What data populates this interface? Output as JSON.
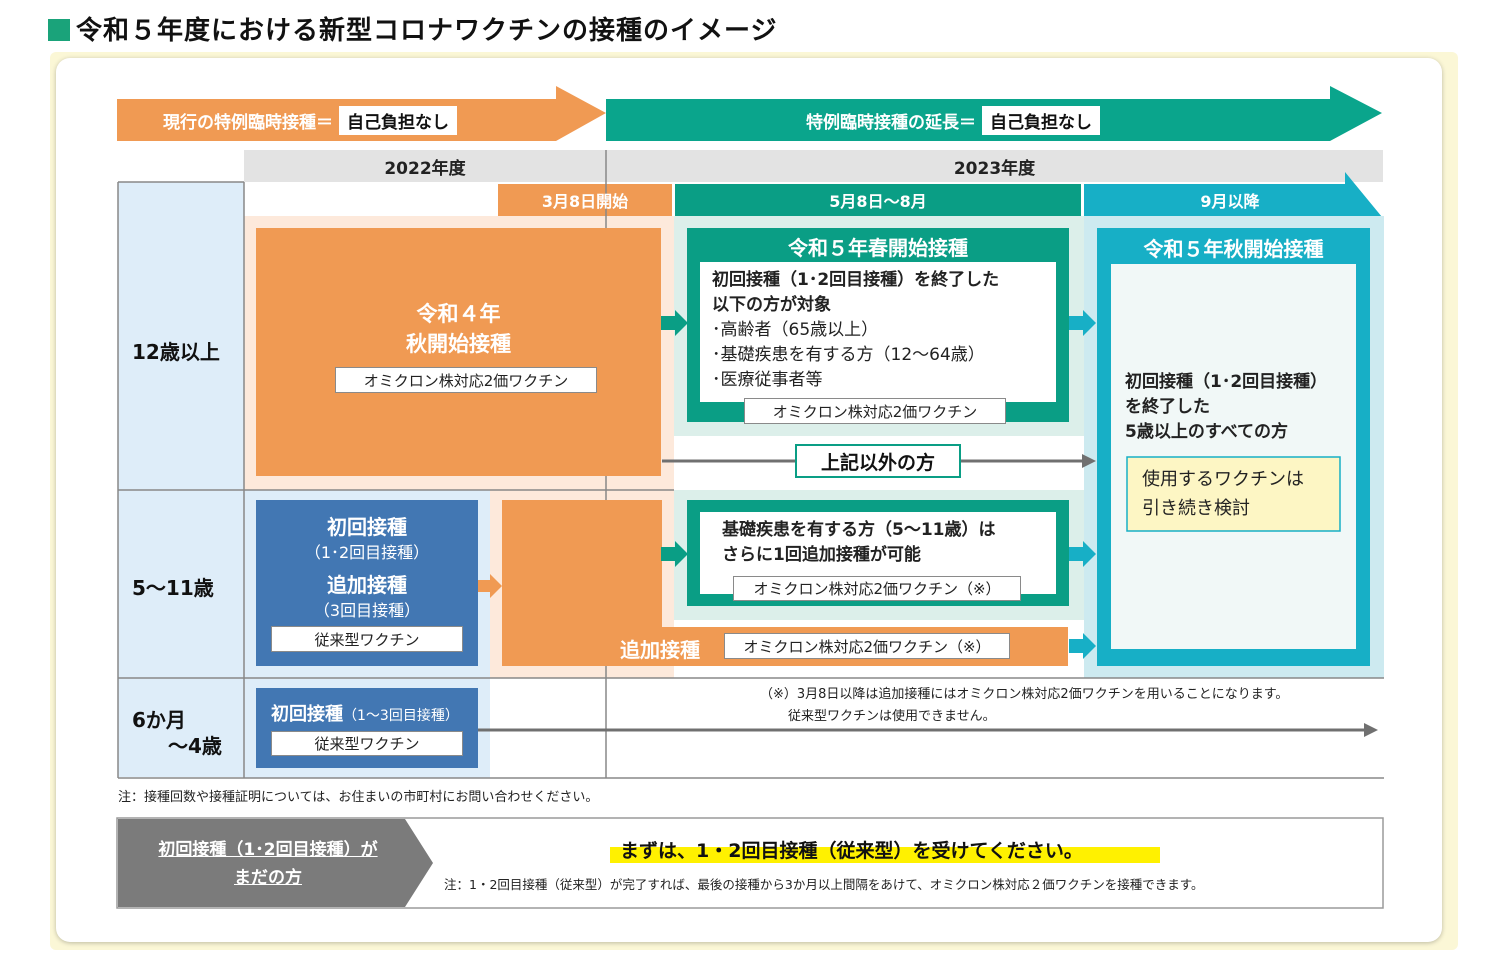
{
  "title": "令和５年度における新型コロナワクチンの接種のイメージ",
  "colors": {
    "orange": "#f09a53",
    "teal": "#0a9e85",
    "cyan": "#17afc6",
    "blue": "#4277b3",
    "lightblue": "#deedf9",
    "gray": "#7b7b7b",
    "yellow": "#fff100"
  },
  "header": {
    "current": "現行の特例臨時接種＝",
    "current_tag": "自己負担なし",
    "extension": "特例臨時接種の延長＝",
    "extension_tag": "自己負担なし"
  },
  "years": {
    "y2022": "2022年度",
    "y2023": "2023年度"
  },
  "periods": {
    "p1": "3月8日開始",
    "p2": "5月8日～8月",
    "p3": "9月以降"
  },
  "rows": {
    "r1": "12歳以上",
    "r2": "5～11歳",
    "r3_line1": "6か月",
    "r3_line2": "～4歳"
  },
  "r4_autumn": {
    "line1": "令和４年",
    "line2": "秋開始接種",
    "vaccine": "オミクロン株対応2価ワクチン"
  },
  "r5_spring": {
    "title": "令和５年春開始接種",
    "lines": [
      "初回接種（1･2回目接種）を終了した",
      "以下の方が対象",
      "･高齢者（65歳以上）",
      "･基礎疾患を有する方（12～64歳）",
      "･医療従事者等"
    ],
    "vaccine": "オミクロン株対応2価ワクチン"
  },
  "other": "上記以外の方",
  "r5_autumn": {
    "title": "令和５年秋開始接種",
    "lines": [
      "初回接種（1･2回目接種）",
      "を終了した",
      "5歳以上のすべての方"
    ],
    "note_line1": "使用するワクチンは",
    "note_line2": "引き続き検討"
  },
  "child_initial": {
    "t1": "初回接種",
    "s1": "（1･2回目接種）",
    "t2": "追加接種",
    "s2": "（3回目接種）",
    "vaccine": "従来型ワクチン"
  },
  "child_extra": {
    "line1": "基礎疾患を有する方（5～11歳）は",
    "line2": "さらに1回追加接種が可能",
    "vaccine": "オミクロン株対応2価ワクチン（※）"
  },
  "booster": {
    "label": "追加接種",
    "vaccine": "オミクロン株対応2価ワクチン（※）"
  },
  "infant": {
    "title": "初回接種",
    "sub": "（1～3回目接種）",
    "vaccine": "従来型ワクチン"
  },
  "footnote_1": "（※）3月8日以降は追加接種にはオミクロン株対応2価ワクチンを用いることになります。",
  "footnote_2": "従来型ワクチンは使用できません。",
  "note": "注：接種回数や接種証明については、お住まいの市町村にお問い合わせください。",
  "bottom": {
    "left_line1": "初回接種（1･2回目接種）が",
    "left_line2": "まだの方",
    "main": "まずは、1・2回目接種（従来型）を受けてください。",
    "sub": "注：1・2回目接種（従来型）が完了すれば、最後の接種から3か月以上間隔をあけて、オミクロン株対応２価ワクチンを接種できます。"
  }
}
